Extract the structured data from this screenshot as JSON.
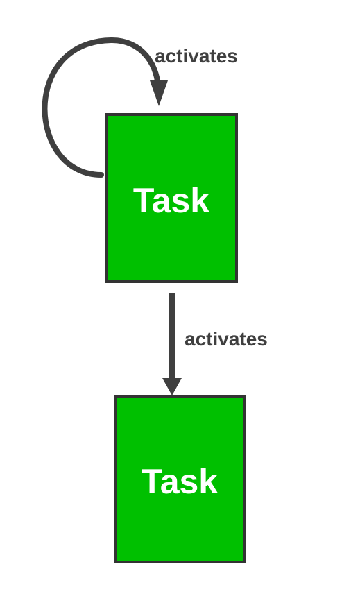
{
  "diagram": {
    "nodes": [
      {
        "id": "task-top",
        "label": "Task"
      },
      {
        "id": "task-bottom",
        "label": "Task"
      }
    ],
    "edges": [
      {
        "from": "task-top",
        "to": "task-top",
        "label": "activates",
        "kind": "self-loop"
      },
      {
        "from": "task-top",
        "to": "task-bottom",
        "label": "activates",
        "kind": "directed"
      }
    ]
  },
  "colors": {
    "node_fill": "#00c000",
    "node_stroke": "#333333",
    "node_text": "#ffffff",
    "edge_stroke": "#3f3f3f",
    "edge_text": "#3f3f3f",
    "background": "#ffffff"
  }
}
